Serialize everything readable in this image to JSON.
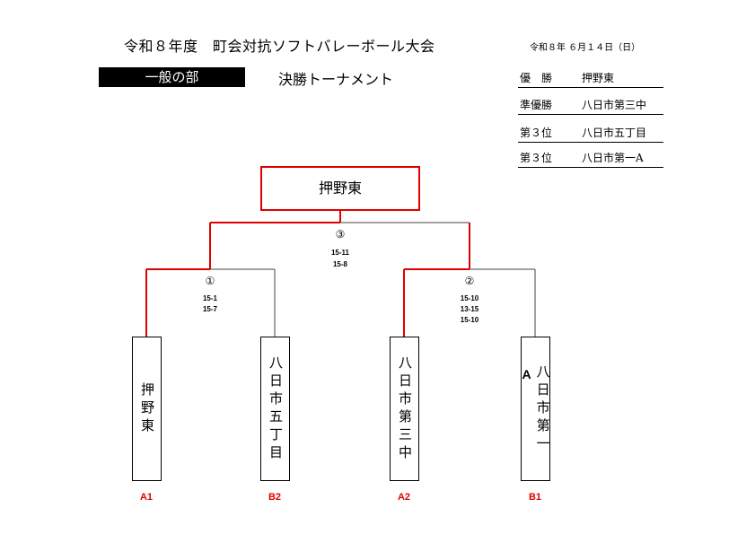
{
  "header": {
    "title": "令和８年度　町会対抗ソフトバレーボール大会",
    "date": "令和８年 ６月１４日（日）",
    "division": "一般の部",
    "subtitle": "決勝トーナメント"
  },
  "results": [
    {
      "rank": "優　勝",
      "team": "押野東"
    },
    {
      "rank": "準優勝",
      "team": "八日市第三中"
    },
    {
      "rank": "第３位",
      "team": "八日市五丁目"
    },
    {
      "rank": "第３位",
      "team": "八日市第一A"
    }
  ],
  "champion": "押野東",
  "teams": [
    {
      "name": "押野東",
      "seed": "A1"
    },
    {
      "name": "八日市五丁目",
      "seed": "B2"
    },
    {
      "name": "八日市第三中",
      "seed": "A2"
    },
    {
      "name": "八日市第一",
      "suffix": "A",
      "seed": "B1"
    }
  ],
  "matches": {
    "m1": {
      "number": "①",
      "scores": [
        "15-1",
        "15-7"
      ]
    },
    "m2": {
      "number": "②",
      "scores": [
        "15-10",
        "13-15",
        "15-10"
      ]
    },
    "final": {
      "number": "③",
      "scores": [
        "15-11",
        "15-8"
      ]
    }
  },
  "colors": {
    "winner_line": "#e00000",
    "loser_line": "#444444"
  }
}
